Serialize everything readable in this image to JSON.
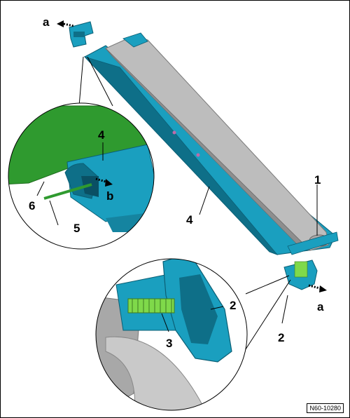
{
  "callouts": {
    "a_top": "a",
    "a_bottom": "a",
    "b": "b",
    "item_1": "1",
    "item_2_zoom": "2",
    "item_2_part": "2",
    "item_3": "3",
    "item_4_zoom": "4",
    "item_4_rail": "4",
    "item_5": "5",
    "item_6": "6"
  },
  "reference_code": "N60-10280",
  "colors": {
    "cover_teal": "#1a9fbf",
    "cover_dark": "#0e6f88",
    "roll_grey": "#b9b9b9",
    "foam_green": "#2f9a2f",
    "spring_green": "#7fd94a"
  }
}
